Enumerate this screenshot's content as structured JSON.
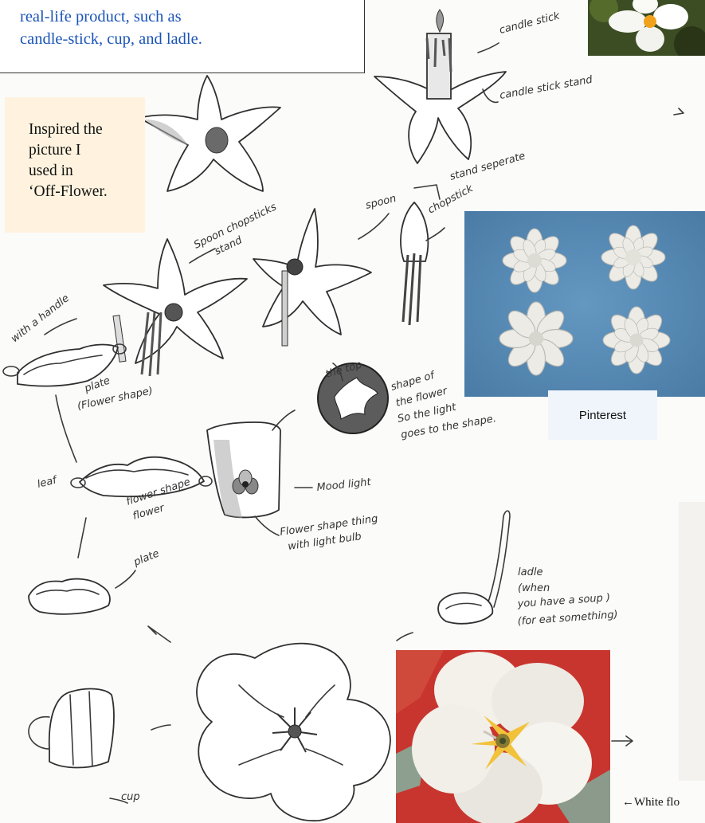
{
  "intro_box": {
    "lines": [
      "real-life product, such as",
      "candle-stick, cup, and ladle."
    ]
  },
  "inspired_box": {
    "lines": [
      "Inspired the",
      "picture I",
      "used in",
      "‘Off-Flower."
    ]
  },
  "pinterest_label": "Pinterest",
  "caption": "←White flo",
  "annotations": {
    "candle_stick": "candle stick",
    "candle_stick_stand": "candle stick stand",
    "stand_seperate": "stand seperate",
    "spoon": "spoon",
    "chopstick": "chopstick",
    "spoon_chopsticks_stand_1": "Spoon chopsticks",
    "spoon_chopsticks_stand_2": "stand",
    "with_a_handle": "with a handle",
    "plate_flower_1": "plate",
    "plate_flower_2": "(Flower shape)",
    "the_top": "the top",
    "shape_1": "shape of",
    "shape_2": "the flower",
    "shape_3": "So the light",
    "shape_4": "goes to the shape.",
    "leaf": "leaf",
    "flower_shape_1": "flower shape",
    "flower_shape_2": "flower",
    "mood_light": "Mood light",
    "bulb_1": "Flower shape thing",
    "bulb_2": "with light bulb",
    "plate": "plate",
    "ladle_1": "ladle",
    "ladle_2": "(when",
    "ladle_3": "you have a soup )",
    "ladle_4": "(for eat something)",
    "cup": "cup"
  }
}
